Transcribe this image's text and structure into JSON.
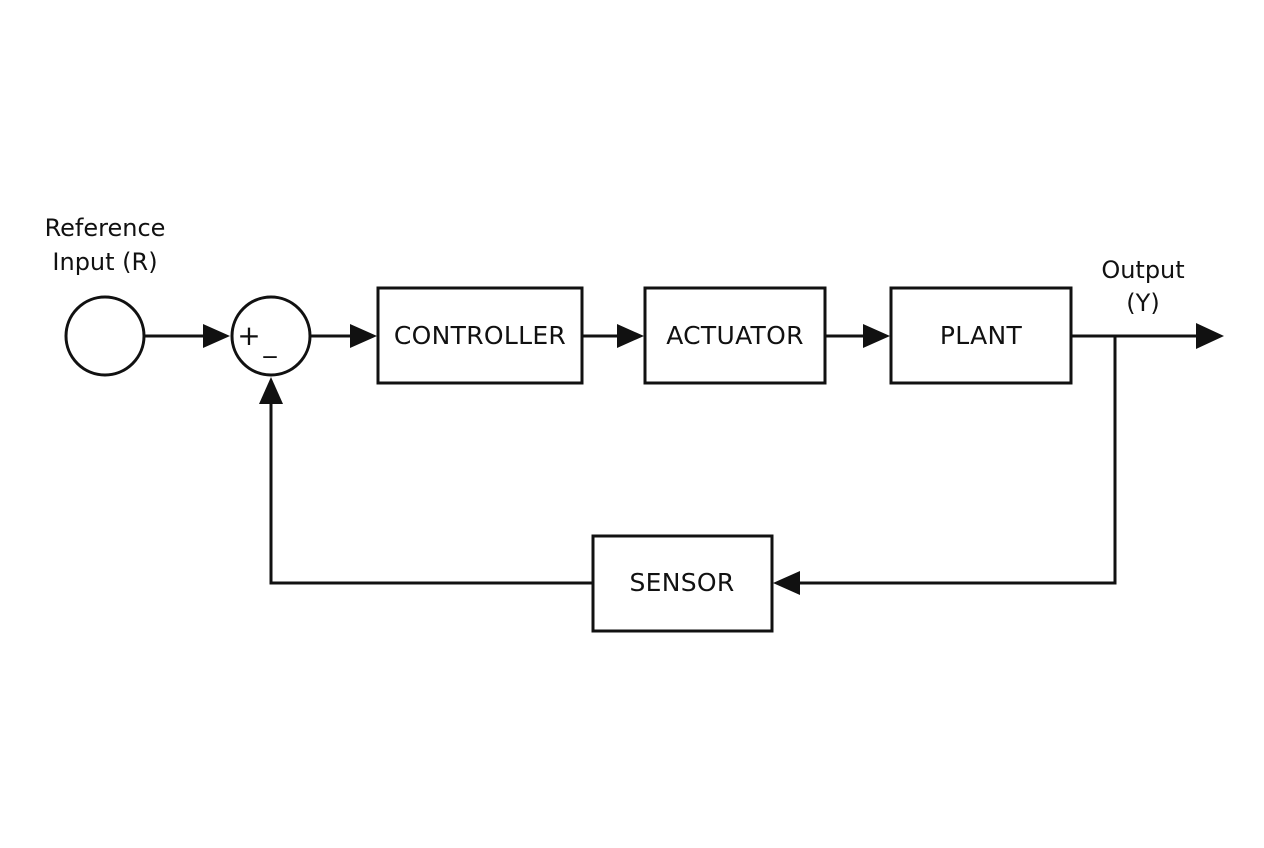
{
  "diagram": {
    "type": "closed-loop feedback control block diagram",
    "reference": {
      "line1": "Reference",
      "line2": "Input (R)"
    },
    "summing_junction": {
      "plus": "+",
      "minus": "_"
    },
    "blocks": {
      "controller": "CONTROLLER",
      "actuator": "ACTUATOR",
      "plant": "PLANT",
      "sensor": "SENSOR"
    },
    "output": {
      "line1": "Output",
      "line2": "(Y)"
    },
    "colors": {
      "stroke": "#111111",
      "background": "#ffffff"
    }
  }
}
